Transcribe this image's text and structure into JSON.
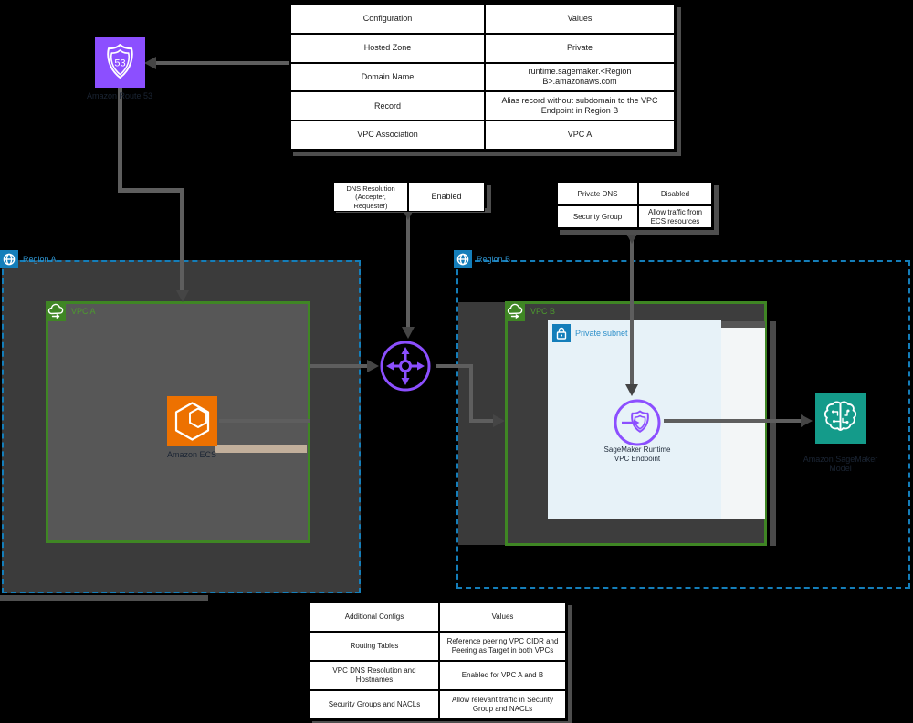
{
  "colors": {
    "purple": "#8C4FFF",
    "orange": "#ED7100",
    "teal": "#149B8A",
    "region_blue": "#147EBA",
    "vpc_green": "#3F8624",
    "line_gray": "#5e5e5e",
    "subnet_fill": "#E7F2F8"
  },
  "route53": {
    "icon": "route53-shield-icon",
    "shield_text": "53",
    "label": "Amazon Route 53"
  },
  "config_table": {
    "rows": [
      [
        "Configuration",
        "Values"
      ],
      [
        "Hosted Zone",
        "Private"
      ],
      [
        "Domain Name",
        "runtime.sagemaker.<Region B>.amazonaws.com"
      ],
      [
        "Record",
        "Alias record without subdomain to the VPC Endpoint in Region B"
      ],
      [
        "VPC Association",
        "VPC A"
      ]
    ]
  },
  "dns_resolution_table": {
    "rows": [
      [
        "DNS Resolution (Accepter, Requester)",
        "Enabled"
      ]
    ]
  },
  "private_dns_table": {
    "rows": [
      [
        "Private DNS",
        "Disabled"
      ],
      [
        "Security Group",
        "Allow traffic from ECS resources"
      ]
    ]
  },
  "additional_table": {
    "rows": [
      [
        "Additional Configs",
        "Values"
      ],
      [
        "Routing Tables",
        "Reference peering VPC CIDR and Peering as Target in both VPCs"
      ],
      [
        "VPC DNS Resolution and Hostnames",
        "Enabled for VPC A and B"
      ],
      [
        "Security Groups and NACLs",
        "Allow relevant traffic in Security Group and NACLs"
      ]
    ]
  },
  "region_a": {
    "label": "Region A",
    "icon": "region-icon"
  },
  "region_b": {
    "label": "Region B",
    "icon": "region-icon"
  },
  "vpc_a": {
    "label": "VPC A",
    "icon": "vpc-icon"
  },
  "vpc_b": {
    "label": "VPC B",
    "icon": "vpc-icon"
  },
  "subnet": {
    "label": "Private subnet",
    "icon": "lock-icon"
  },
  "ecs": {
    "label": "Amazon ECS",
    "icon": "ecs-hexagon-icon"
  },
  "peering": {
    "icon": "vpc-peering-icon"
  },
  "endpoint": {
    "icon": "vpc-endpoint-icon",
    "label_line1": "SageMaker Runtime",
    "label_line2": "VPC Endpoint"
  },
  "sagemaker": {
    "icon": "sagemaker-brain-icon",
    "label_line1": "Amazon SageMaker",
    "label_line2": "Model"
  }
}
